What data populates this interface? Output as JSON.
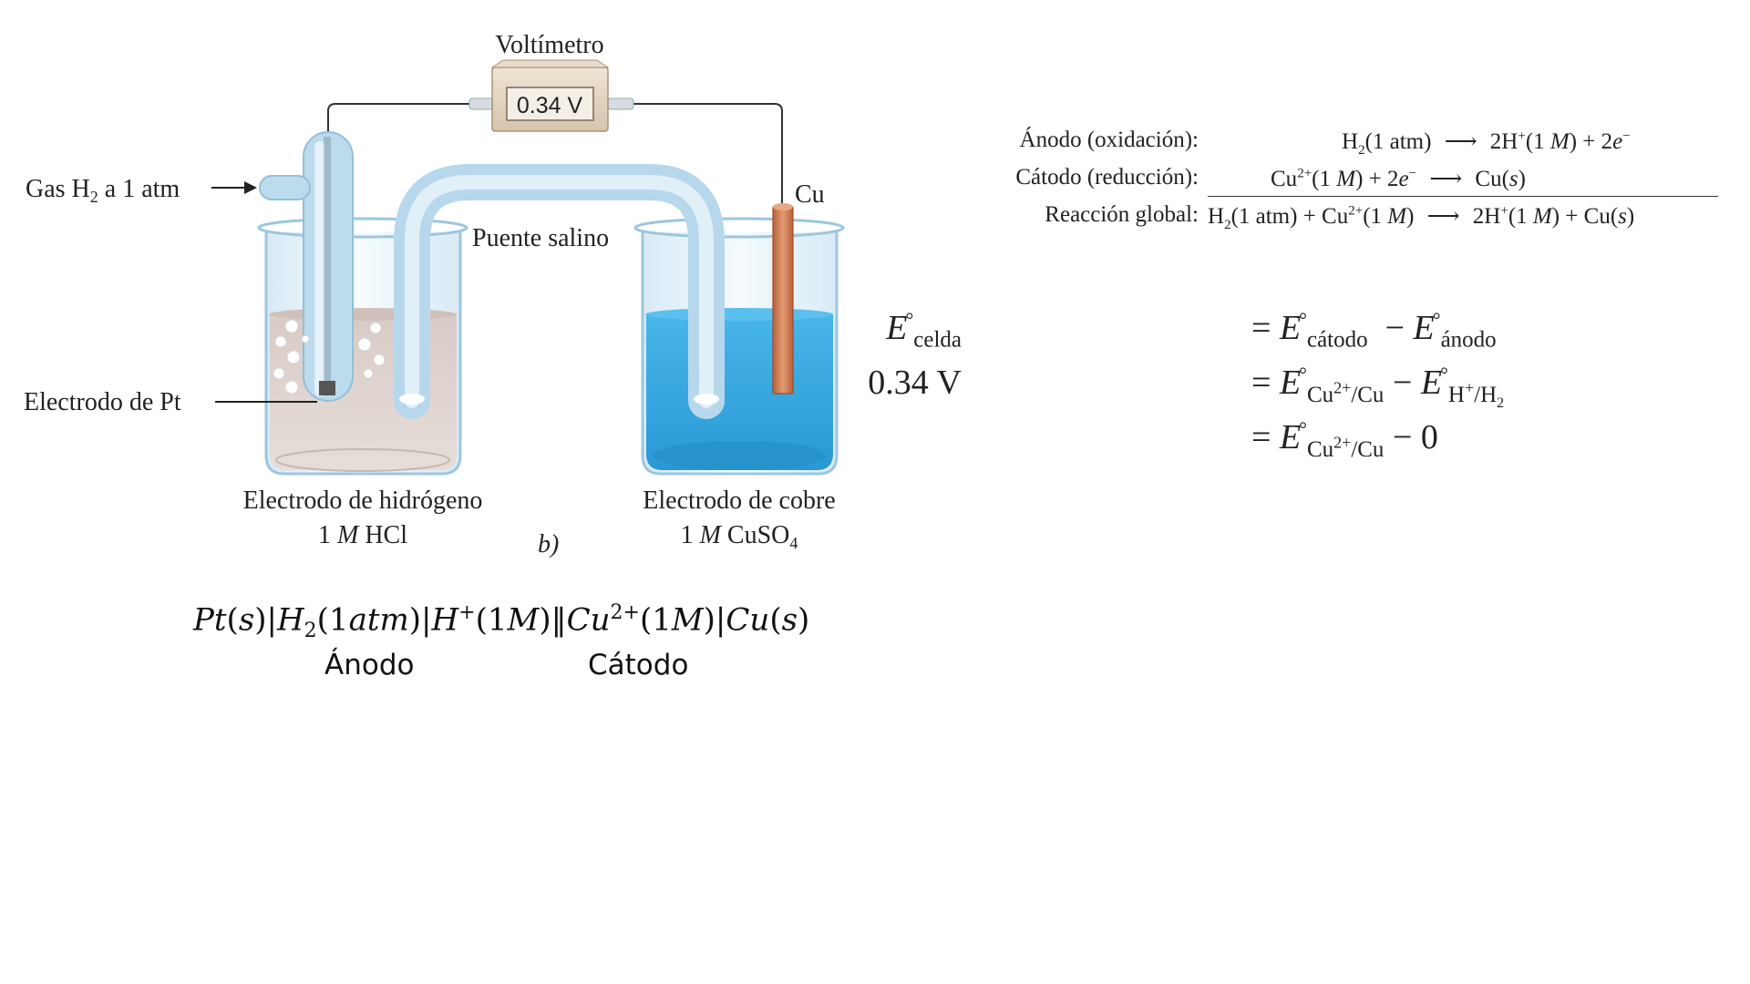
{
  "diagram": {
    "voltmeter_title": "Voltímetro",
    "voltmeter_reading": "0.34 V",
    "gas_label": "Gas H₂ a 1 atm",
    "salt_bridge_label": "Puente salino",
    "cu_label": "Cu",
    "pt_label": "Electrodo de Pt",
    "left_caption_line1": "Electrodo de hidrógeno",
    "left_caption_line2": "1 M HCl",
    "right_caption_line1": "Electrodo de cobre",
    "right_caption_line2": "1 M CuSO₄",
    "panel_label": "b)",
    "colors": {
      "copper_solution": "#3aa9e0",
      "hcl_solution": "#d9cdc8",
      "copper_electrode": "#c8734a",
      "glass": "#cfe6f3"
    }
  },
  "notation": {
    "text": "Pt(s)|H2(1atm)|H+(1M)||Cu2+(1M)|Cu(s)",
    "anode_label": "Ánodo",
    "cathode_label": "Cátodo"
  },
  "reactions": {
    "anode_label": "Ánodo (oxidación):",
    "cathode_label": "Cátodo (reducción):",
    "global_label": "Reacción global:"
  },
  "potentials": {
    "cell_voltage": "0.34 V",
    "zero": "0"
  }
}
